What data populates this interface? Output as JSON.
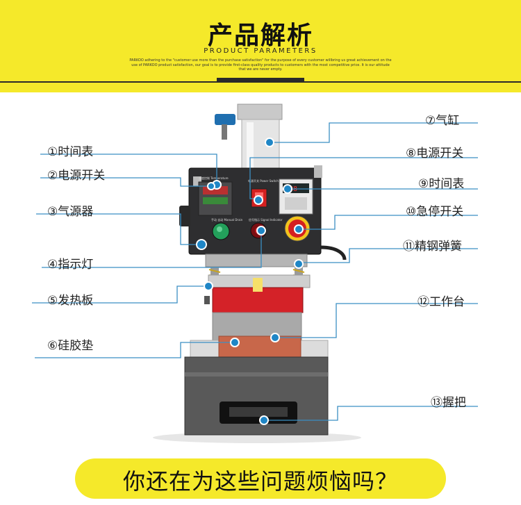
{
  "header": {
    "title": "产品解析",
    "subtitle": "PRODUCT PARAMETERS",
    "fine_print": "PARKOO adhering to the \"customer use more than the purchase satisfaction\" for the purpose of every customer willbring us great achievement on the use of PARKOO product satisfaction, our goal is to provide first-class quality products to customers with the most competitive price. It is our attitude that we are never empty."
  },
  "labels": {
    "left": [
      "①时间表",
      "②电源开关",
      "③气源器",
      "④指示灯",
      "⑤发热板",
      "⑥硅胶垫"
    ],
    "right": [
      "⑦气缸",
      "⑧电源开关",
      "⑨时间表",
      "⑩急停开关",
      "⑪精钢弹簧",
      "⑫工作台",
      "⑬握把"
    ]
  },
  "panel": {
    "temp_label": "温度控制 Temperature",
    "power_label": "电源开关 Power Switch",
    "manual_label": "手动 自动 Manual Drain",
    "signal_label": "信号指示 Signal Indicator"
  },
  "bottom_banner": "你还在为这些问题烦恼吗？",
  "colors": {
    "accent_yellow": "#f5e92a",
    "pointer_blue": "#1f86c6",
    "line_blue": "#3b8fc4"
  }
}
